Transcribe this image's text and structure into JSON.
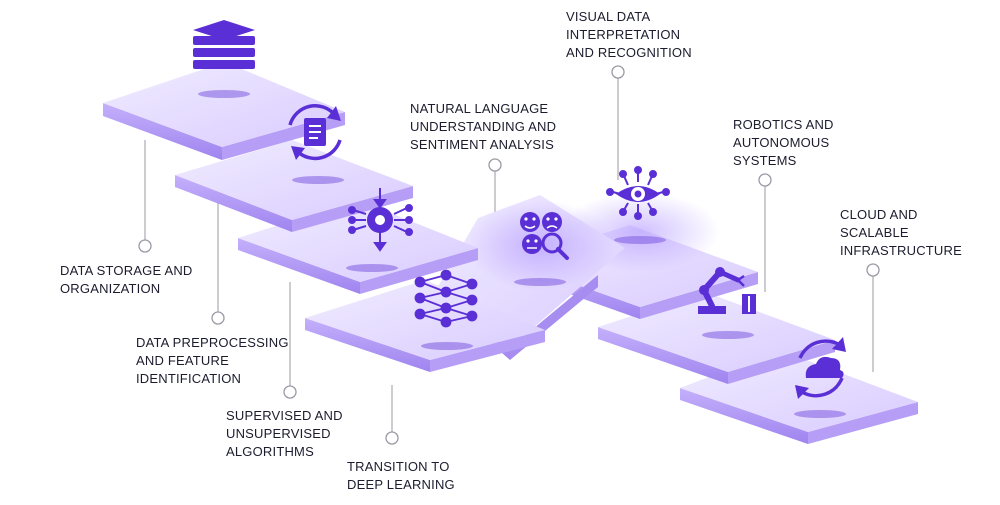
{
  "colors": {
    "accent": "#5a2fd6",
    "tile_top": "#e9e2ff",
    "tile_side": "#b39bf5",
    "line": "#b0b0b8",
    "text": "#1c1c2e"
  },
  "stages": [
    {
      "label": "DATA STORAGE AND\nORGANIZATION",
      "icon": "layers-stack-icon"
    },
    {
      "label": "DATA PREPROCESSING\nAND FEATURE\nIDENTIFICATION",
      "icon": "document-refresh-icon"
    },
    {
      "label": "SUPERVISED AND\nUNSUPERVISED\nALGORITHMS",
      "icon": "gear-network-icon"
    },
    {
      "label": "TRANSITION TO\nDEEP LEARNING",
      "icon": "neural-network-icon"
    },
    {
      "label": "NATURAL LANGUAGE\nUNDERSTANDING AND\nSENTIMENT ANALYSIS",
      "icon": "emotion-search-icon"
    },
    {
      "label": "VISUAL DATA\nINTERPRETATION\nAND RECOGNITION",
      "icon": "eye-network-icon"
    },
    {
      "label": "ROBOTICS AND\nAUTONOMOUS\nSYSTEMS",
      "icon": "robot-arm-icon"
    },
    {
      "label": "CLOUD AND\nSCALABLE\nINFRASTRUCTURE",
      "icon": "cloud-sync-icon"
    }
  ]
}
